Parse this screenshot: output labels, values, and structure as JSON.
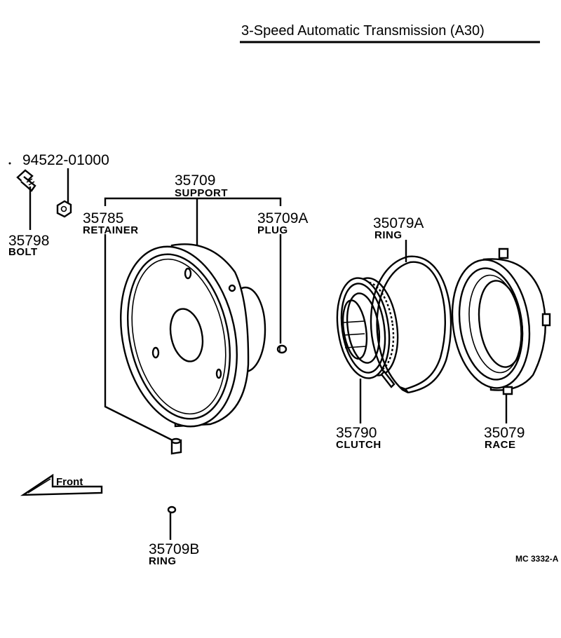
{
  "header": {
    "title": "3-Speed  Automatic  Transmission  (A30)"
  },
  "parts": {
    "bolt_no": {
      "number": "94522-01000"
    },
    "bolt": {
      "number": "35798",
      "name": "BOLT"
    },
    "support": {
      "number": "35709",
      "name": "SUPPORT"
    },
    "retainer": {
      "number": "35785",
      "name": "RETAINER"
    },
    "plug": {
      "number": "35709A",
      "name": "PLUG"
    },
    "ring_a": {
      "number": "35079A",
      "name": "RING"
    },
    "clutch": {
      "number": "35790",
      "name": "CLUTCH"
    },
    "race": {
      "number": "35079",
      "name": "RACE"
    },
    "ring_b": {
      "number": "35709B",
      "name": "RING"
    }
  },
  "front_marker": {
    "label": "Front"
  },
  "diagram_code": "MC 3332-A"
}
